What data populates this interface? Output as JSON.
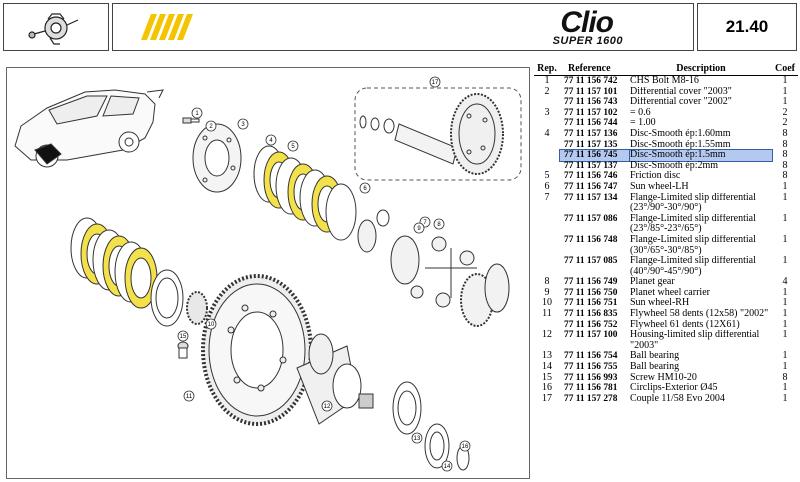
{
  "header": {
    "page_number": "21.40",
    "logo_title": "Clio",
    "logo_subtitle": "SUPER 1600"
  },
  "colors": {
    "highlight_ring": "#f2e14a",
    "banner_stripe": "#f5c400",
    "row_highlight": "#b3c9f0"
  },
  "icons": {
    "header_icon": "differential-icon",
    "car": "car-illustration-icon"
  },
  "diagram": {
    "callouts": [
      "1",
      "2",
      "3",
      "4",
      "5",
      "6",
      "7",
      "8",
      "9",
      "10",
      "11",
      "12",
      "13",
      "14",
      "15",
      "16",
      "17"
    ]
  },
  "table": {
    "headers": {
      "rep": "Rep.",
      "reference": "Reference",
      "description": "Description",
      "coef": "Coef"
    },
    "rows": [
      {
        "rep": "1",
        "ref": "77 11 156 742",
        "desc": "CHS Bolt M8-16",
        "coef": "1"
      },
      {
        "rep": "2",
        "ref": "77 11 157 101",
        "desc": "Differential cover \"2003\"",
        "coef": "1"
      },
      {
        "rep": "",
        "ref": "77 11 156 743",
        "desc": "Differential cover \"2002\"",
        "coef": "1"
      },
      {
        "rep": "3",
        "ref": "77 11 157 102",
        "desc": "= 0.6",
        "coef": "2"
      },
      {
        "rep": "",
        "ref": "77 11 156 744",
        "desc": "= 1.00",
        "coef": "2"
      },
      {
        "rep": "4",
        "ref": "77 11 157 136",
        "desc": "Disc-Smooth ép:1.60mm",
        "coef": "8"
      },
      {
        "rep": "",
        "ref": "77 11 157 135",
        "desc": "Disc-Smooth ép:1.55mm",
        "coef": "8"
      },
      {
        "rep": "",
        "ref": "77 11 156 745",
        "desc": "Disc-Smooth ép:1.5mm",
        "coef": "8",
        "highlight": true
      },
      {
        "rep": "",
        "ref": "77 11 157 137",
        "desc": "Disc-Smooth ép:2mm",
        "coef": "8"
      },
      {
        "rep": "5",
        "ref": "77 11 156 746",
        "desc": "Friction disc",
        "coef": "8"
      },
      {
        "rep": "6",
        "ref": "77 11 156 747",
        "desc": "Sun wheel-LH",
        "coef": "1"
      },
      {
        "rep": "7",
        "ref": "77 11 157 134",
        "desc": "Flange-Limited slip differential",
        "coef": "1"
      },
      {
        "rep": "",
        "ref": "",
        "desc": "(23°/90°-30°/90°)",
        "coef": ""
      },
      {
        "rep": "",
        "ref": "77 11 157 086",
        "desc": "Flange-Limited slip differential",
        "coef": "1"
      },
      {
        "rep": "",
        "ref": "",
        "desc": "(23°/85°-23°/65°)",
        "coef": ""
      },
      {
        "rep": "",
        "ref": "77 11 156 748",
        "desc": "Flange-Limited slip differential",
        "coef": "1"
      },
      {
        "rep": "",
        "ref": "",
        "desc": "(30°/65°-30°/85°)",
        "coef": ""
      },
      {
        "rep": "",
        "ref": "77 11 157 085",
        "desc": "Flange-Limited slip differential",
        "coef": "1"
      },
      {
        "rep": "",
        "ref": "",
        "desc": "(40°/90°-45°/90°)",
        "coef": ""
      },
      {
        "rep": "8",
        "ref": "77 11 156 749",
        "desc": "Planet gear",
        "coef": "4"
      },
      {
        "rep": "9",
        "ref": "77 11 156 750",
        "desc": "Planet wheel carrier",
        "coef": "1"
      },
      {
        "rep": "10",
        "ref": "77 11 156 751",
        "desc": "Sun wheel-RH",
        "coef": "1"
      },
      {
        "rep": "11",
        "ref": "77 11 156 835",
        "desc": "Flywheel 58 dents (12x58) \"2002\"",
        "coef": "1"
      },
      {
        "rep": "",
        "ref": "77 11 156 752",
        "desc": "Flywheel 61 dents (12X61)",
        "coef": "1"
      },
      {
        "rep": "12",
        "ref": "77 11 157 100",
        "desc": "Housing-limited slip differential",
        "coef": "1"
      },
      {
        "rep": "",
        "ref": "",
        "desc": "\"2003\"",
        "coef": ""
      },
      {
        "rep": "13",
        "ref": "77 11 156 754",
        "desc": "Ball bearing",
        "coef": "1"
      },
      {
        "rep": "14",
        "ref": "77 11 156 755",
        "desc": "Ball bearing",
        "coef": "1"
      },
      {
        "rep": "15",
        "ref": "77 11 156 993",
        "desc": "Screw HM10-20",
        "coef": "8"
      },
      {
        "rep": "16",
        "ref": "77 11 156 781",
        "desc": "Circlips-Exterior Ø45",
        "coef": "1"
      },
      {
        "rep": "17",
        "ref": "77 11 157 278",
        "desc": "Couple 11/58 Evo 2004",
        "coef": "1"
      }
    ]
  }
}
